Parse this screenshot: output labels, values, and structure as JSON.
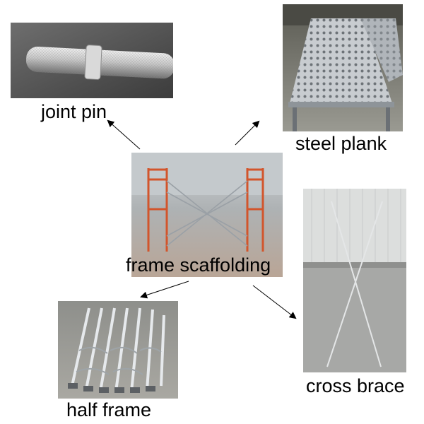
{
  "labels": {
    "joint_pin": "joint pin",
    "steel_plank": "steel plank",
    "frame_scaffolding": "frame scaffolding",
    "cross_brace": "cross brace",
    "half_frame": "half frame"
  },
  "colors": {
    "frame_orange": "#d2552c",
    "steel_gray": "#b8bcc0",
    "arrow": "#000000"
  }
}
